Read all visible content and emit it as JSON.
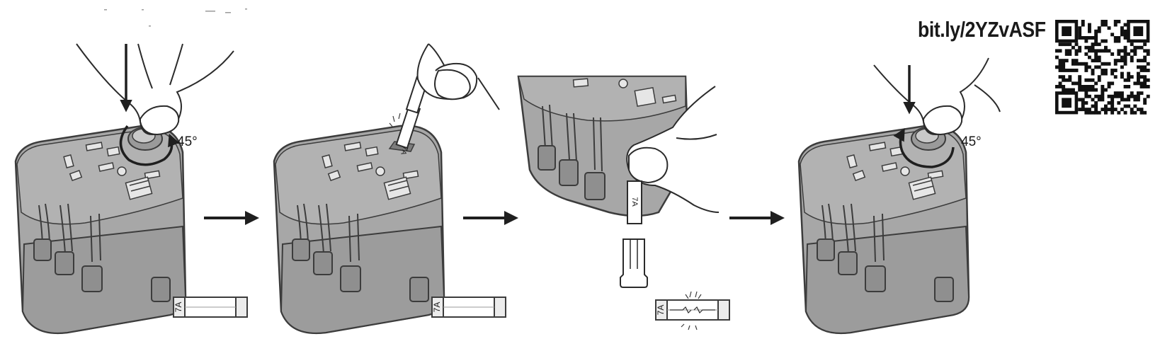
{
  "header": {
    "url": "bit.ly/2YZvASF"
  },
  "steps": [
    {
      "angle_label": "45°",
      "fuse_label": "7A"
    },
    {
      "fuse_label": "7A",
      "fuse_in_holder_label": "7A"
    },
    {
      "fuse_in_holder_label": "7A",
      "blown_fuse_label": "7A"
    },
    {
      "angle_label": "45°"
    }
  ],
  "colors": {
    "body_fill": "#a7a7a7",
    "outline": "#3c3c3c",
    "arrow": "#1f1f1f"
  },
  "icons": [
    "qr-code-icon",
    "arrow-right-icon",
    "arrow-down-icon",
    "rotate-arrow-icon",
    "fuse-icon",
    "hand-icon"
  ]
}
